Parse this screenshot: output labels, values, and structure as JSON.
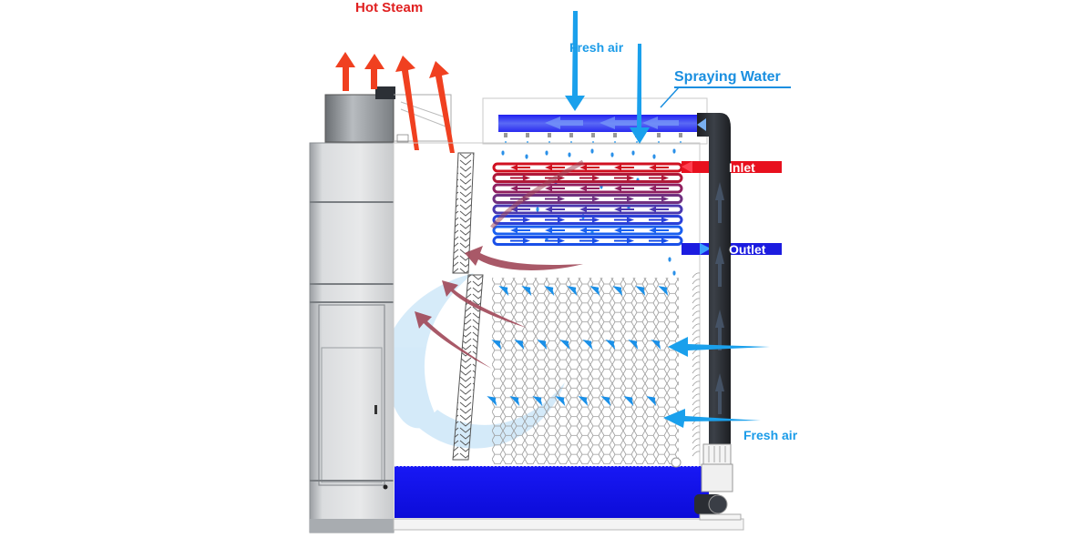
{
  "diagram": {
    "title": "Closed-circuit cooling tower working principle",
    "labels": {
      "hot_steam": "Hot Steam",
      "fresh_air_top": "Fresh air",
      "spraying_water": "Spraying Water",
      "inlet": "Inlet",
      "outlet": "Outlet",
      "fresh_air_bottom": "Fresh air"
    },
    "colors": {
      "hot_steam": "#f04020",
      "fresh_air": "#1aa0ec",
      "spray_header": "#2a2af0",
      "inlet": "#e01020",
      "outlet": "#2020e0",
      "basin_water": "#1010f0",
      "exhaust_air": "#a05060",
      "pipe": "#2a2d33",
      "casing": "#c9cbcd"
    },
    "components": [
      "fan-housing",
      "spray-header",
      "coil-bundle",
      "drift-eliminator",
      "fill-media",
      "air-inlet-louvers",
      "riser-pipe",
      "circulating-pump",
      "water-basin",
      "casing-panel"
    ],
    "flows": [
      {
        "name": "hot-steam",
        "direction": "up",
        "count": 4
      },
      {
        "name": "fresh-air-top",
        "direction": "down",
        "count": 2
      },
      {
        "name": "fresh-air-side",
        "direction": "left",
        "count": 2
      },
      {
        "name": "exhaust-air",
        "direction": "up-left",
        "count": 3
      },
      {
        "name": "process-fluid",
        "from": "Inlet",
        "to": "Outlet"
      }
    ]
  }
}
